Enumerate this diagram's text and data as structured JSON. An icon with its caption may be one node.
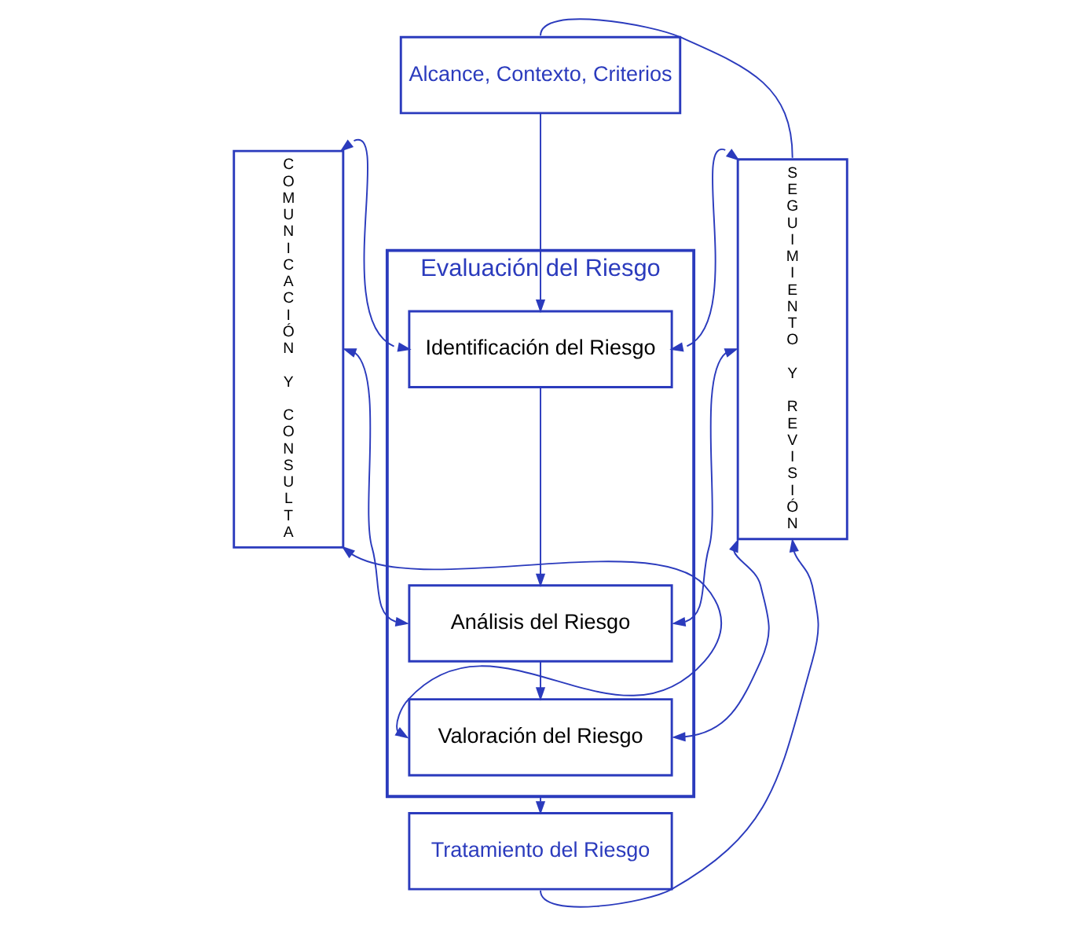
{
  "diagram": {
    "nodes": [
      {
        "text": [
          "COMUNICACIÓN Y CONSULTA"
        ]
      },
      {
        "text": [
          "Alcance, Contexto, Criterios"
        ]
      },
      {
        "text": [
          "Evaluación del Riesgo"
        ]
      },
      {
        "text": [
          "Identificación del Riesgo"
        ],
        "in": 2
      },
      {
        "text": [
          "Análisis del Riesgo"
        ],
        "in": 2
      },
      {
        "text": [
          "Valoración del Riesgo"
        ],
        "in": 2
      },
      {
        "text": [
          "Tratamiento del Riesgo"
        ]
      },
      {
        "text": [
          "SEGUIMIENTO Y REVISIÓN"
        ]
      }
    ],
    "edges": [
      {
        "from": 1,
        "to": 3,
        "arrow": "to"
      },
      {
        "from": 3,
        "to": 4,
        "arrow": "to"
      },
      {
        "from": 4,
        "to": 5,
        "arrow": "to"
      },
      {
        "from": 2,
        "to": 6,
        "arrow": "to"
      },
      {
        "from": 6,
        "to": 7,
        "arrow": "to"
      },
      {
        "from": 7,
        "to": 1,
        "arrow": "none"
      },
      {
        "from": 0,
        "to": 3,
        "arrow": "both"
      },
      {
        "from": 0,
        "to": 4,
        "arrow": "both"
      },
      {
        "from": 0,
        "to": 5,
        "arrow": "both"
      },
      {
        "from": 3,
        "to": 7,
        "arrow": "both"
      },
      {
        "from": 4,
        "to": 7,
        "arrow": "both"
      },
      {
        "from": 5,
        "to": 7,
        "arrow": "both"
      }
    ]
  }
}
